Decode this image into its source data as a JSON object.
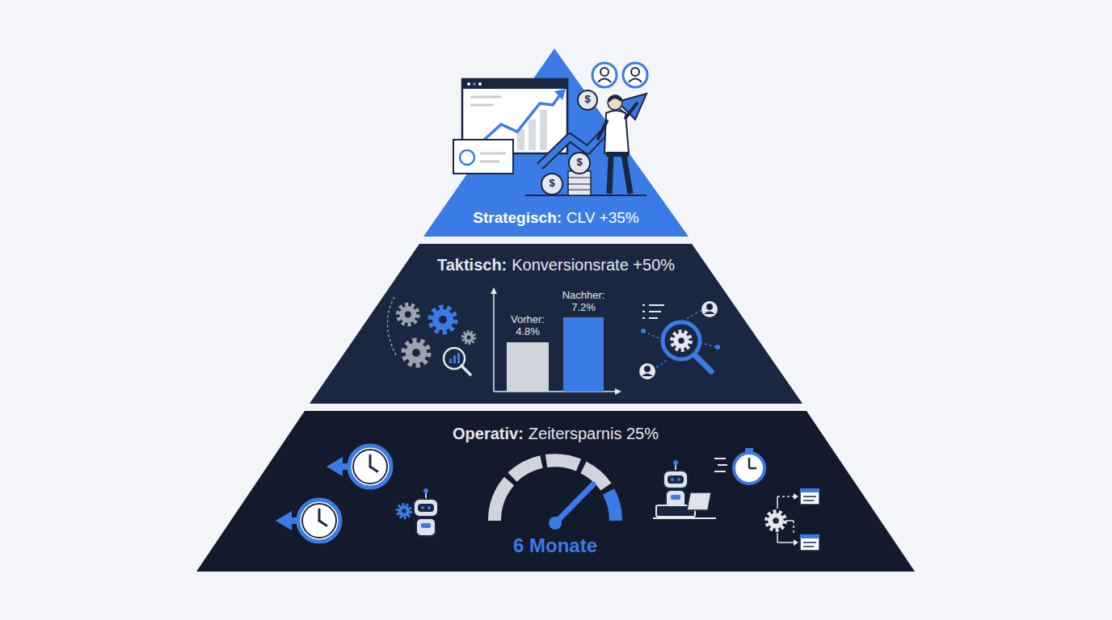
{
  "diagram": {
    "nodes": [
      {
        "text": [
          "Strategisch:",
          "CLV +35%"
        ]
      },
      {
        "text": [
          "Taktisch:",
          "Konversionsrate +50%"
        ]
      },
      {
        "text": [
          "Operativ:",
          "Zeitersparnis 25%"
        ]
      }
    ],
    "labels": [
      "$",
      "$",
      "$",
      "Vorher: 4.8%",
      "Nachher: 7.2%",
      "6 Monate"
    ]
  }
}
